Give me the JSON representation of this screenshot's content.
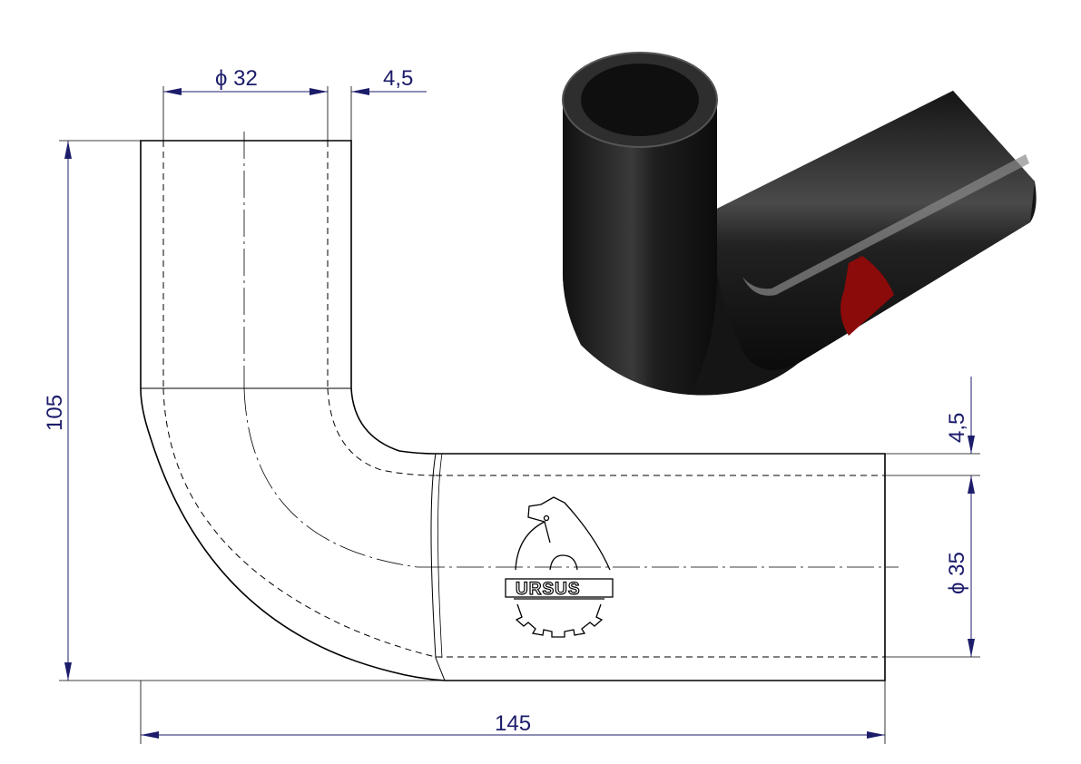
{
  "drawing": {
    "dimensions": {
      "top_diameter": "ϕ 32",
      "top_wall": "4,5",
      "height": "105",
      "length": "145",
      "right_wall": "4,5",
      "right_diameter": "ϕ 35"
    },
    "logo_text": "URSUS",
    "colors": {
      "dimension": "#1c1c6b",
      "outline": "#000000",
      "render_body": "#1b1b1b",
      "render_logo": "#8b0a0a"
    }
  }
}
